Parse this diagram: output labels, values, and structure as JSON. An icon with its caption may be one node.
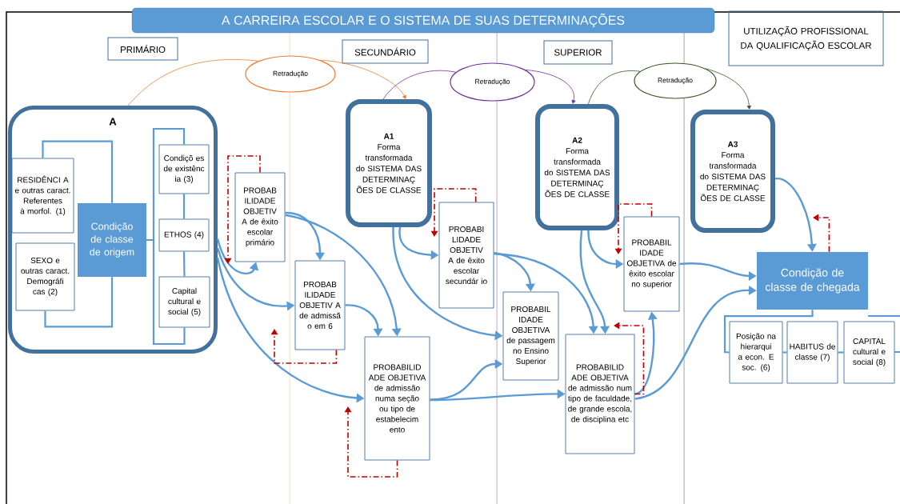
{
  "diagram": {
    "nodes": [
      {
        "text": [
          "A CARREIRA ESCOLAR E O SISTEMA DE SUAS DETERMINAÇÕES"
        ]
      },
      {
        "text": [
          "PRIMÁRIO"
        ]
      },
      {
        "text": [
          "SECUNDÁRIO"
        ]
      },
      {
        "text": [
          "SUPERIOR"
        ]
      },
      {
        "text": [
          "UTILIZAÇÃO PROFISSIONAL DA QUALIFICAÇÃO ESCOLAR"
        ]
      },
      {
        "text": [
          "Retradução"
        ]
      },
      {
        "text": [
          "Retradução"
        ]
      },
      {
        "text": [
          "Retradução"
        ]
      },
      {
        "text": [
          "A"
        ]
      },
      {
        "text": [
          "RESIDÊNCI A e outras caract. Referentes à morfol. (1)"
        ],
        "in": 8
      },
      {
        "text": [
          "SEXO e outras caract. Demográfi cas (2)"
        ],
        "in": 8
      },
      {
        "text": [
          "Condição de classe de origem"
        ],
        "in": 8
      },
      {
        "text": [
          "Condiçõ es de existênc ia (3)"
        ],
        "in": 8
      },
      {
        "text": [
          "ETHOS (4)"
        ],
        "in": 8
      },
      {
        "text": [
          "Capital cultural e social (5)"
        ],
        "in": 8
      },
      {
        "text": [
          "A1",
          "Forma transformada do SISTEMA DAS DETERMINAÇ ÕES DE CLASSE"
        ]
      },
      {
        "text": [
          "A2",
          "Forma transformada do SISTEMA DAS DETERMINAÇ ÕES DE CLASSE"
        ]
      },
      {
        "text": [
          "A3",
          "Forma transformada do SISTEMA DAS DETERMINAÇ ÕES DE CLASSE"
        ]
      },
      {
        "text": [
          "PROBAB ILIDADE OBJETIV A de êxito escolar primário"
        ]
      },
      {
        "text": [
          "PROBAB ILIDADE OBJETIV A de admissã o em 6"
        ]
      },
      {
        "text": [
          "PROBABILID ADE OBJETIVA de admissão numa seção ou tipo de estabelecim ento"
        ]
      },
      {
        "text": [
          "PROBABI LIDADE OBJETIV A de êxito escolar secundár io"
        ]
      },
      {
        "text": [
          "PROBABIL IDADE OBJETIVA de passagem no Ensino Superior"
        ]
      },
      {
        "text": [
          "PROBABIL IDADE OBJETIVA de êxito escolar no superior"
        ]
      },
      {
        "text": [
          "PROBABILID ADE OBJETIVA de admissão num tipo de faculdade, de grande escola, de disciplina etc"
        ]
      },
      {
        "text": [
          "Condição de classe de chegada"
        ]
      },
      {
        "text": [
          "Posição na hierarqui a econ. E soc. (6)"
        ]
      },
      {
        "text": [
          "HABITUS de classe (7)"
        ]
      },
      {
        "text": [
          "CAPITAL cultural e social (8)"
        ]
      }
    ],
    "edges": [
      {
        "from": 8,
        "to": 5,
        "arrow": "none",
        "color": "#ed7d31"
      },
      {
        "from": 5,
        "to": 15,
        "arrow": "to",
        "color": "#ed7d31"
      },
      {
        "from": 15,
        "to": 6,
        "arrow": "none",
        "color": "#7030a0"
      },
      {
        "from": 6,
        "to": 16,
        "arrow": "to",
        "color": "#7030a0"
      },
      {
        "from": 16,
        "to": 7,
        "arrow": "none",
        "color": "#385723"
      },
      {
        "from": 7,
        "to": 17,
        "arrow": "to",
        "color": "#385723"
      },
      {
        "from": 8,
        "to": 18,
        "arrow": "to"
      },
      {
        "from": 8,
        "to": 19,
        "arrow": "to"
      },
      {
        "from": 8,
        "to": 20,
        "arrow": "to"
      },
      {
        "from": 18,
        "to": 19,
        "arrow": "to"
      },
      {
        "from": 18,
        "to": 20,
        "arrow": "to"
      },
      {
        "from": 19,
        "to": 20,
        "arrow": "to"
      },
      {
        "from": 15,
        "to": 21,
        "arrow": "to"
      },
      {
        "from": 15,
        "to": 22,
        "arrow": "to"
      },
      {
        "from": 21,
        "to": 22,
        "arrow": "to"
      },
      {
        "from": 21,
        "to": 24,
        "arrow": "to"
      },
      {
        "from": 20,
        "to": 22,
        "arrow": "to"
      },
      {
        "from": 20,
        "to": 24,
        "arrow": "to"
      },
      {
        "from": 16,
        "to": 23,
        "arrow": "to"
      },
      {
        "from": 16,
        "to": 24,
        "arrow": "to"
      },
      {
        "from": 24,
        "to": 23,
        "arrow": "to"
      },
      {
        "from": 23,
        "to": 25,
        "arrow": "to"
      },
      {
        "from": 24,
        "to": 25,
        "arrow": "to"
      },
      {
        "from": 17,
        "to": 25,
        "arrow": "to"
      },
      {
        "from": 9,
        "to": 11,
        "arrow": "none"
      },
      {
        "from": 10,
        "to": 11,
        "arrow": "none"
      },
      {
        "from": 11,
        "to": 12,
        "arrow": "none"
      },
      {
        "from": 11,
        "to": 14,
        "arrow": "none"
      },
      {
        "from": 12,
        "to": 13,
        "arrow": "none"
      },
      {
        "from": 13,
        "to": 14,
        "arrow": "none"
      },
      {
        "from": 25,
        "to": 26,
        "arrow": "none"
      },
      {
        "from": 26,
        "to": 27,
        "arrow": "none"
      },
      {
        "from": 27,
        "to": 28,
        "arrow": "none"
      },
      {
        "from": 18,
        "to": null,
        "arrow": "to",
        "style": "dashed",
        "color": "#c00000"
      },
      {
        "from": 19,
        "to": null,
        "arrow": "to",
        "style": "dashed",
        "color": "#c00000"
      },
      {
        "from": 20,
        "to": null,
        "arrow": "to",
        "style": "dashed",
        "color": "#c00000"
      },
      {
        "from": 21,
        "to": null,
        "arrow": "to",
        "style": "dashed",
        "color": "#c00000"
      },
      {
        "from": 23,
        "to": null,
        "arrow": "to",
        "style": "dashed",
        "color": "#c00000"
      },
      {
        "from": 24,
        "to": null,
        "arrow": "to",
        "style": "dashed",
        "color": "#c00000"
      },
      {
        "from": 25,
        "to": null,
        "arrow": "to",
        "style": "dashed",
        "color": "#c00000"
      }
    ]
  }
}
